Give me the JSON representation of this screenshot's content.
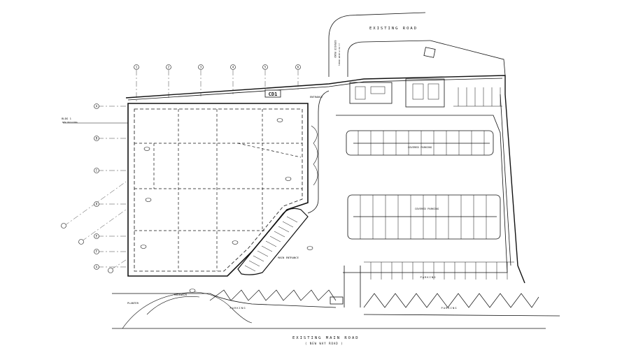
{
  "labels": {
    "existing_road": "EXISTING ROAD",
    "existing_main_road": "EXISTING MAIN ROAD",
    "main_road_sub": "( NEW WAY ROAD )",
    "main_entrance": "MAIN ENTRANCE",
    "parking": "PARKING",
    "parking_lower_left": "PARKING",
    "parking_lower_right": "PARKING",
    "covered_parking_1": "COVERED PARKING",
    "covered_parking_2": "COVERED PARKING",
    "entrance": "ENTRANCE",
    "planter": "PLANTER",
    "sidewalk": "SIDEWALK",
    "service_road": "SERVICE ROAD",
    "service_road_sub": "(1.50 M WIDE ROAD)",
    "tag_cd1": "CD1",
    "building_tag": "BLDG 1",
    "building_tag_sub": "NEW BUILDING"
  },
  "grid_bubbles_top": [
    "1",
    "2",
    "3",
    "4",
    "5",
    "6"
  ],
  "grid_bubbles_left": [
    "A",
    "B",
    "C",
    "D",
    "E",
    "F",
    "G"
  ],
  "colors": {
    "line": "#111111",
    "background": "#ffffff"
  }
}
